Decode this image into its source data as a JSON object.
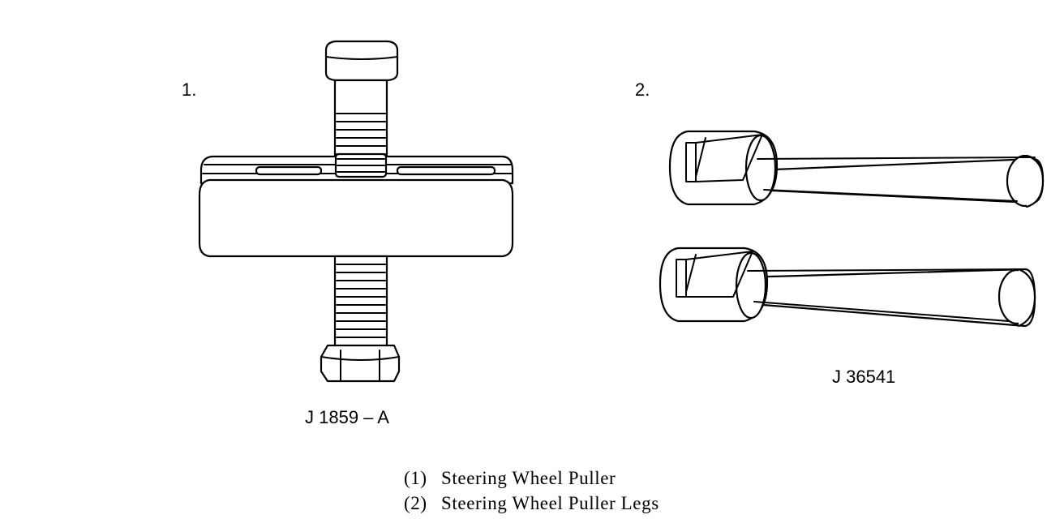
{
  "figures": [
    {
      "number": "1.",
      "tool_id": "J 1859 – A",
      "icon": "puller-tool-icon"
    },
    {
      "number": "2.",
      "tool_id": "J 36541",
      "icon": "puller-legs-icon"
    }
  ],
  "legend": [
    {
      "key": "(1)",
      "text": "Steering Wheel Puller"
    },
    {
      "key": "(2)",
      "text": "Steering Wheel Puller Legs"
    }
  ]
}
